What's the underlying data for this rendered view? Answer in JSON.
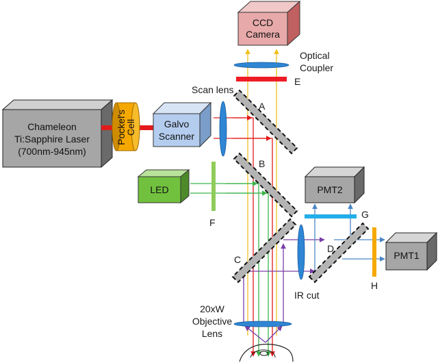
{
  "components": {
    "laser": {
      "line1": "Chameleon",
      "line2": "Ti:Sapphire Laser",
      "line3": "(700nm-945nm)"
    },
    "pockels": {
      "line1": "Pockel's",
      "line2": "Cell"
    },
    "galvo": {
      "line1": "Galvo",
      "line2": "Scanner"
    },
    "ccd": {
      "line1": "CCD",
      "line2": "Camera"
    },
    "led": {
      "label": "LED"
    },
    "pmt1": {
      "label": "PMT1"
    },
    "pmt2": {
      "label": "PMT2"
    }
  },
  "labels": {
    "optical_coupler_1": "Optical",
    "optical_coupler_2": "Coupler",
    "scan_lens": "Scan lens",
    "ir_cut": "IR cut",
    "objective_1": "20xW",
    "objective_2": "Objective",
    "objective_3": "Lens",
    "A": "A",
    "B": "B",
    "C": "C",
    "D": "D",
    "E": "E",
    "F": "F",
    "G": "G",
    "H": "H"
  },
  "colors": {
    "laser_beam": "#e31b1b",
    "led_beam": "#3cb44a",
    "emission_purple": "#7a3ea8",
    "emission_blue": "#4a86c5",
    "camera_yellow": "#f0c020",
    "filter_E": "#ee1c24",
    "filter_F": "#8fcc5a",
    "filter_G": "#22aee8",
    "filter_H": "#f5a800",
    "lens_blue": "#2e86d4",
    "mirror_gray": "#b4b4b4"
  }
}
